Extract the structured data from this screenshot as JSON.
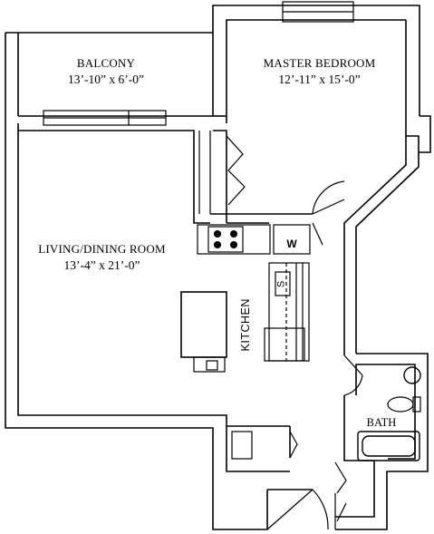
{
  "rooms": {
    "balcony": {
      "name": "BALCONY",
      "dimensions": "13’-10” x 6’-0”"
    },
    "master_bedroom": {
      "name": "MASTER BEDROOM",
      "dimensions": "12’-11” x 15’-0”"
    },
    "living_dining": {
      "name": "LIVING/DINING ROOM",
      "dimensions": "13’-4” x 21’-0”"
    },
    "kitchen": {
      "name": "KITCHEN"
    },
    "bath": {
      "name": "BATH"
    }
  },
  "fixtures": {
    "washer": "W",
    "sink": "S"
  },
  "colors": {
    "wall_fill": "#ffffff",
    "line": "#000000"
  }
}
